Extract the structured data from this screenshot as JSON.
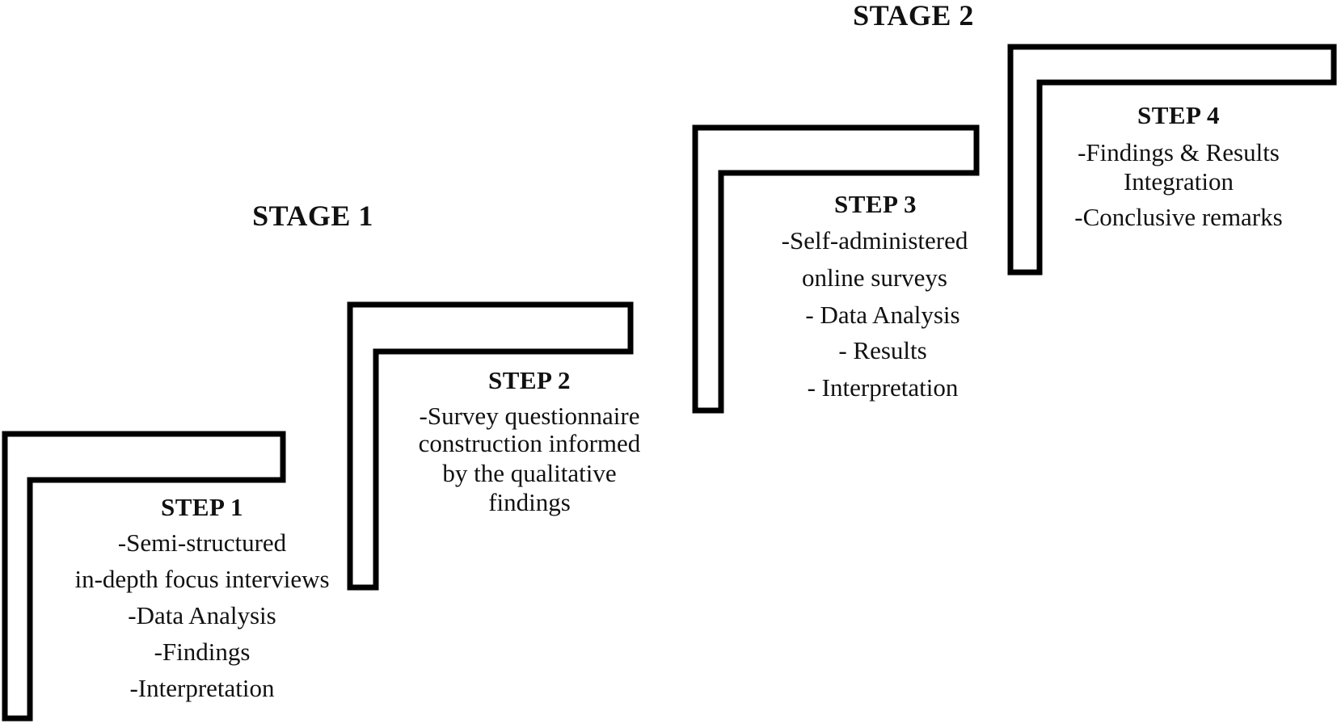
{
  "stages": [
    {
      "label": "STAGE 1"
    },
    {
      "label": "STAGE 2"
    }
  ],
  "steps": [
    {
      "title": "STEP 1",
      "lines": [
        "-Semi-structured",
        "in-depth focus interviews",
        "-Data Analysis",
        "-Findings",
        "-Interpretation"
      ]
    },
    {
      "title": "STEP 2",
      "lines": [
        "-Survey questionnaire",
        "construction informed",
        "by the qualitative",
        "findings"
      ]
    },
    {
      "title": "STEP 3",
      "lines": [
        "-Self-administered",
        "online surveys",
        "- Data Analysis",
        "- Results",
        "- Interpretation"
      ]
    },
    {
      "title": "STEP 4",
      "lines": [
        "-Findings & Results",
        "Integration",
        "-Conclusive remarks"
      ]
    }
  ],
  "colors": {
    "stroke": "#000000",
    "fill": "#ffffff",
    "text": "#111111"
  }
}
